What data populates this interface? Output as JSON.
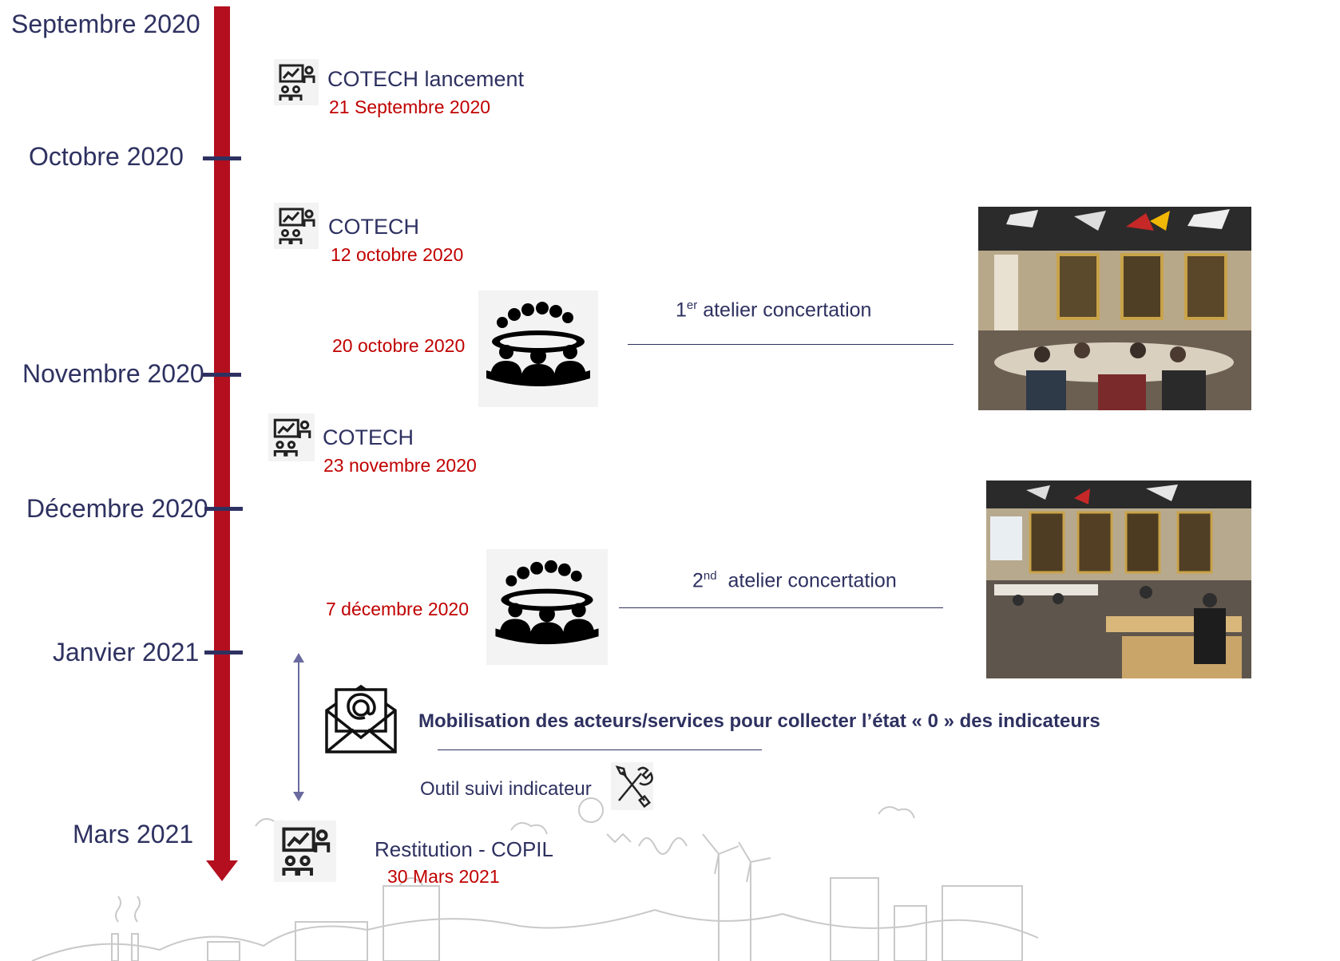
{
  "months": {
    "sep2020": "Septembre 2020",
    "oct2020": "Octobre 2020",
    "nov2020": "Novembre 2020",
    "dec2020": "Décembre 2020",
    "jan2021": "Janvier 2021",
    "mar2021": "Mars 2021"
  },
  "events": {
    "cotech1": {
      "title": "COTECH lancement",
      "date": "21 Septembre 2020"
    },
    "cotech2": {
      "title": "COTECH",
      "date": "12 octobre 2020"
    },
    "atelier1": {
      "ordinal": "1",
      "sup": "er",
      "title": "atelier concertation",
      "date": "20 octobre 2020"
    },
    "cotech3": {
      "title": "COTECH",
      "date": "23 novembre 2020"
    },
    "atelier2": {
      "ordinal": "2",
      "sup": "nd",
      "title": "atelier concertation",
      "date": "7 décembre 2020"
    },
    "mobilisation": {
      "title": "Mobilisation des acteurs/services pour collecter l’état « 0 » des indicateurs"
    },
    "outil": {
      "title": "Outil suivi indicateur"
    },
    "restitution": {
      "title": "Restitution - COPIL",
      "date": "30 Mars 2021"
    }
  },
  "colors": {
    "timeline": "#b30f1f",
    "text": "#2e3160",
    "date": "#c00000"
  }
}
